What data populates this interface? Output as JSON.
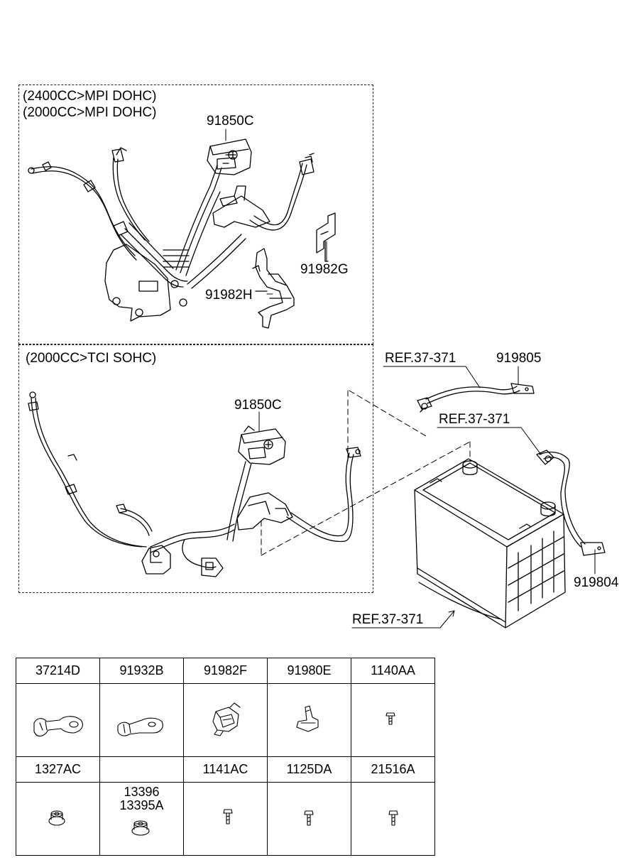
{
  "sections": {
    "top": {
      "lines": [
        "(2400CC>MPI DOHC)",
        "(2000CC>MPI DOHC)"
      ]
    },
    "bottom": {
      "lines": [
        "(2000CC>TCI SOHC)"
      ]
    }
  },
  "callouts": {
    "top_harness": "91850C",
    "bracket_g": "91982G",
    "bracket_h": "91982H",
    "bottom_harness": "91850C",
    "ref_top": "REF.37-371",
    "cable_top": "919805",
    "ref_mid": "REF.37-371",
    "cable_right": "919804",
    "ref_battery": "REF.37-371"
  },
  "parts_table": {
    "row1": [
      {
        "label": "37214D",
        "icon": "terminal-connector-icon"
      },
      {
        "label": "91932B",
        "icon": "terminal-lug-icon"
      },
      {
        "label": "91982F",
        "icon": "clip-connector-icon"
      },
      {
        "label": "91980E",
        "icon": "small-bracket-icon"
      },
      {
        "label": "1140AA",
        "icon": "bolt-icon"
      }
    ],
    "row2": [
      {
        "label": "1327AC",
        "icon": "flange-nut-icon"
      },
      {
        "label": "",
        "sub": [
          "13396",
          "13395A"
        ],
        "icon": "hex-nut-icon"
      },
      {
        "label": "1141AC",
        "icon": "bolt-icon"
      },
      {
        "label": "1125DA",
        "icon": "bolt-icon"
      },
      {
        "label": "21516A",
        "icon": "bolt-icon"
      }
    ]
  }
}
